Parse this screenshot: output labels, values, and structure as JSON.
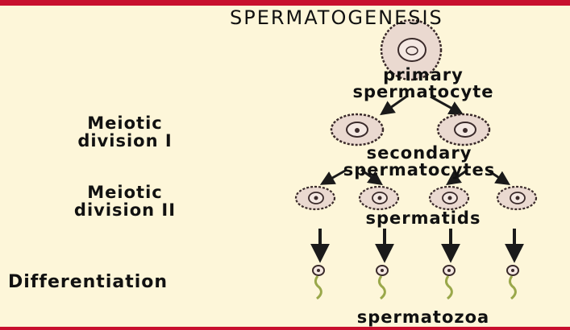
{
  "title": "SPERMATOGENESIS",
  "stages": {
    "primary": {
      "line1": "primary",
      "line2": "spermatocyte"
    },
    "secondary": {
      "line1": "secondary",
      "line2": "spermatocytes"
    },
    "spermatids": "spermatids",
    "spermatozoa": "spermatozoa"
  },
  "side_labels": {
    "meiotic1": {
      "line1": "Meiotic",
      "line2": "division I"
    },
    "meiotic2": {
      "line1": "Meiotic",
      "line2": "division II"
    },
    "differentiation": "Differentiation"
  },
  "colors": {
    "background": "#fdf6d9",
    "accent_bar": "#c8102e",
    "cell_fill": "#ead9d0",
    "outline": "#3a2a2a",
    "sperm_tail": "#9aa84a"
  }
}
